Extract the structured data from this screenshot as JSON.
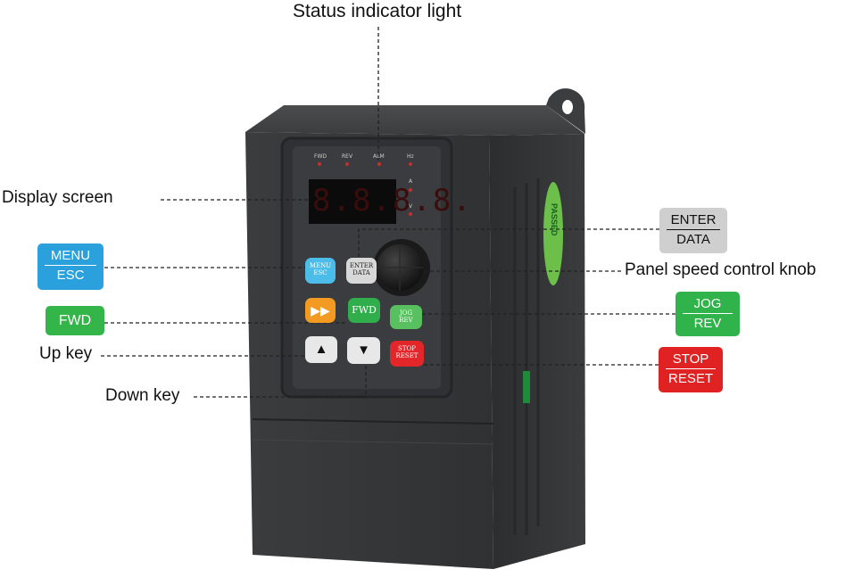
{
  "callouts": {
    "status_indicator": "Status indicator light",
    "display_screen": "Display screen",
    "up_key": "Up key",
    "down_key": "Down key",
    "panel_knob": "Panel speed control knob"
  },
  "badges": {
    "menu": {
      "top": "MENU",
      "bottom": "ESC",
      "color": "#2aa1dd"
    },
    "fwd": {
      "label": "FWD",
      "color": "#33b549"
    },
    "enter": {
      "top": "ENTER",
      "bottom": "DATA",
      "color": "#cfcfcf"
    },
    "jog": {
      "top": "JOG",
      "bottom": "REV",
      "color": "#2fb34a"
    },
    "stop": {
      "top": "STOP",
      "bottom": "RESET",
      "color": "#e02222"
    }
  },
  "device": {
    "led_labels": [
      "FWD",
      "REV",
      "ALM",
      "Hz",
      "A",
      "V"
    ],
    "display_digits": "8.8.8.8.",
    "buttons": {
      "menu": "MENU\nESC",
      "enter": "ENTER\nDATA",
      "ff": "▶▶",
      "fwd": "FWD",
      "jog": "JOG\nREV",
      "up": "▲",
      "down": "▼",
      "stop": "STOP\nRESET"
    },
    "sticker_text": "PASSED",
    "colors": {
      "body": "#3b3d3f",
      "panel": "#2e3033",
      "display": "#0b0b0b"
    }
  }
}
